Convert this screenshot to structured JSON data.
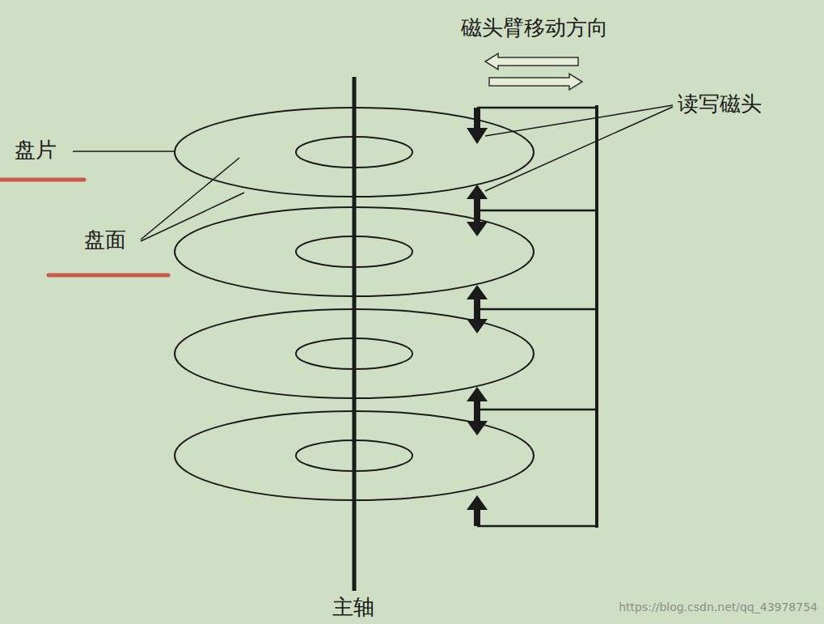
{
  "diagram": {
    "labels": [
      "磁头臂移动方向",
      "读写磁头",
      "盘片",
      "盘面",
      "主轴",
      "https://blog.csdn.net/qq_43978754"
    ]
  }
}
